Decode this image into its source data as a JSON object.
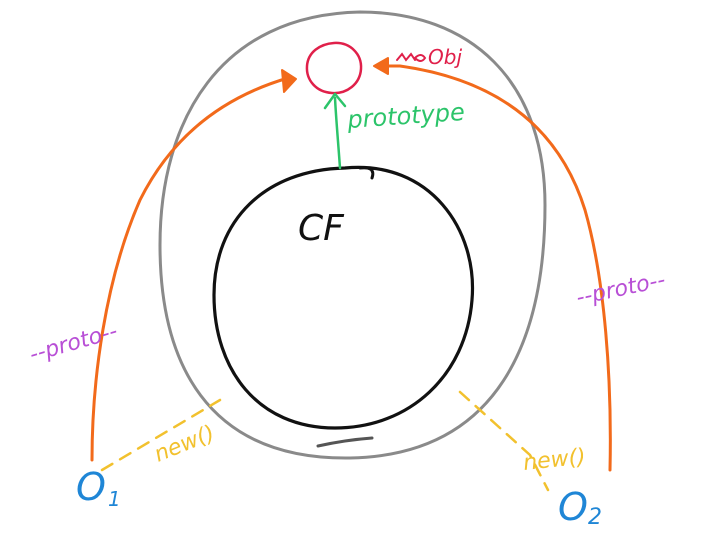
{
  "labels": {
    "cf": "CF",
    "prototype": "prototype",
    "proto_obj": "Obj",
    "proto_left": "--proto--",
    "proto_right": "--proto--",
    "new_left": "new()",
    "new_right": "new()",
    "o1": "O",
    "o1_sub": "1",
    "o2": "O",
    "o2_sub": "2"
  },
  "colors": {
    "outer_ring": "#8a8a8a",
    "constructor": "#111111",
    "prototype_object": "#e0204a",
    "prototype_arrow": "#2cc46a",
    "proto_links": "#f26a1b",
    "proto_labels": "#b84fd6",
    "new_links": "#f2c12e",
    "objects": "#1f86d6"
  }
}
